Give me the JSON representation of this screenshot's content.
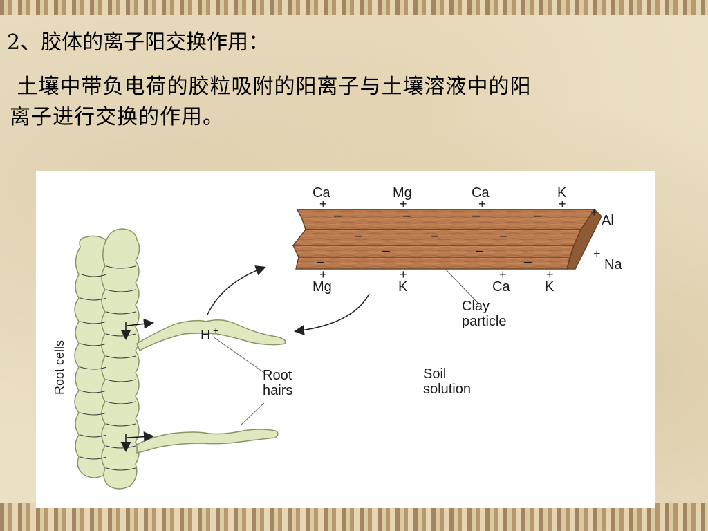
{
  "slide": {
    "title": "2、胶体的离子阳交换作用：",
    "paragraph_line1": "土壤中带负电荷的胶粒吸附的阳离子与土壤溶液中的阳",
    "paragraph_line2": "离子进行交换的作用。"
  },
  "diagram": {
    "top_ions": [
      {
        "symbol": "Ca",
        "charge": "+"
      },
      {
        "symbol": "Mg",
        "charge": "+"
      },
      {
        "symbol": "Ca",
        "charge": "+"
      },
      {
        "symbol": "K",
        "charge": "+"
      }
    ],
    "bottom_ions": [
      {
        "symbol": "Mg",
        "charge": "+"
      },
      {
        "symbol": "K",
        "charge": "+"
      },
      {
        "symbol": "Ca",
        "charge": "+"
      },
      {
        "symbol": "K",
        "charge": "+"
      }
    ],
    "side_ions": [
      {
        "symbol": "Al",
        "charge": "+"
      },
      {
        "symbol": "Na",
        "charge": "+"
      }
    ],
    "negative_sign": "−",
    "h_ion": {
      "symbol": "H",
      "charge": "+"
    },
    "clay_label_1": "Clay",
    "clay_label_2": "particle",
    "root_hairs_label_1": "Root",
    "root_hairs_label_2": "hairs",
    "soil_label_1": "Soil",
    "soil_label_2": "solution",
    "root_cells_label": "Root cells",
    "colors": {
      "clay": "#b97a4f",
      "clay_dark": "#8f5a36",
      "root": "#dfe8bf",
      "root_stroke": "#8a9466"
    }
  }
}
